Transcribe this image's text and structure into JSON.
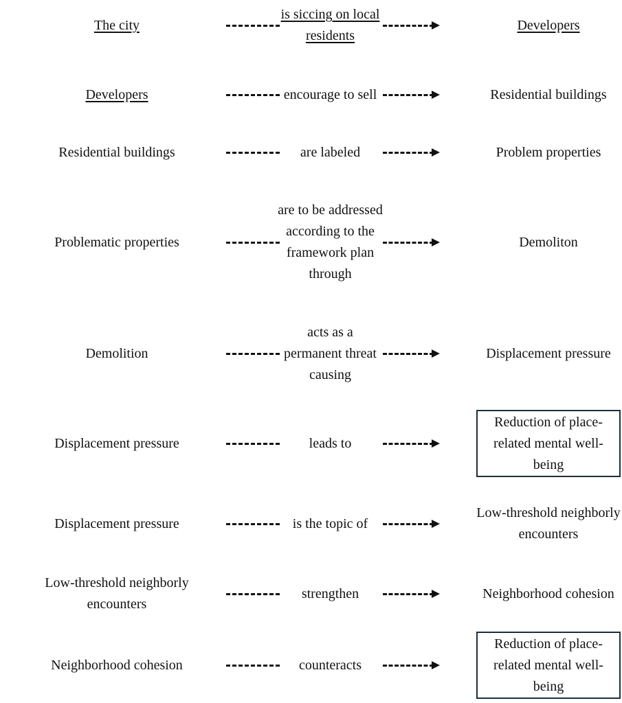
{
  "relations": [
    {
      "source": "The city",
      "source_underlined": true,
      "label": "is siccing on local residents",
      "label_underlined": true,
      "target": "Developers",
      "target_underlined": true,
      "target_boxed": false
    },
    {
      "source": "Developers",
      "source_underlined": true,
      "label": "encourage to sell",
      "label_underlined": false,
      "target": "Residential buildings",
      "target_underlined": false,
      "target_boxed": false
    },
    {
      "source": "Residential buildings",
      "source_underlined": false,
      "label": "are labeled",
      "label_underlined": false,
      "target": "Problem properties",
      "target_underlined": false,
      "target_boxed": false
    },
    {
      "source": "Problematic properties",
      "source_underlined": false,
      "label": "are to be addressed according to the framework plan through",
      "label_underlined": false,
      "target": "Demoliton",
      "target_underlined": false,
      "target_boxed": false
    },
    {
      "source": "Demolition",
      "source_underlined": false,
      "label": "acts as a permanent threat causing",
      "label_underlined": false,
      "target": "Displacement pressure",
      "target_underlined": false,
      "target_boxed": false
    },
    {
      "source": "Displacement pressure",
      "source_underlined": false,
      "label": "leads to",
      "label_underlined": false,
      "target": "Reduction of place-related mental well-being",
      "target_underlined": false,
      "target_boxed": true
    },
    {
      "source": "Displacement pressure",
      "source_underlined": false,
      "label": "is the topic of",
      "label_underlined": false,
      "target": "Low-threshold neighborly encounters",
      "target_underlined": false,
      "target_boxed": false
    },
    {
      "source": "Low-threshold neighborly encounters",
      "source_underlined": false,
      "label": "strengthen",
      "label_underlined": false,
      "target": "Neighborhood cohesion",
      "target_underlined": false,
      "target_boxed": false
    },
    {
      "source": "Neighborhood cohesion",
      "source_underlined": false,
      "label": "counteracts",
      "label_underlined": false,
      "target": "Reduction of place-related mental well-being",
      "target_underlined": false,
      "target_boxed": true
    }
  ]
}
